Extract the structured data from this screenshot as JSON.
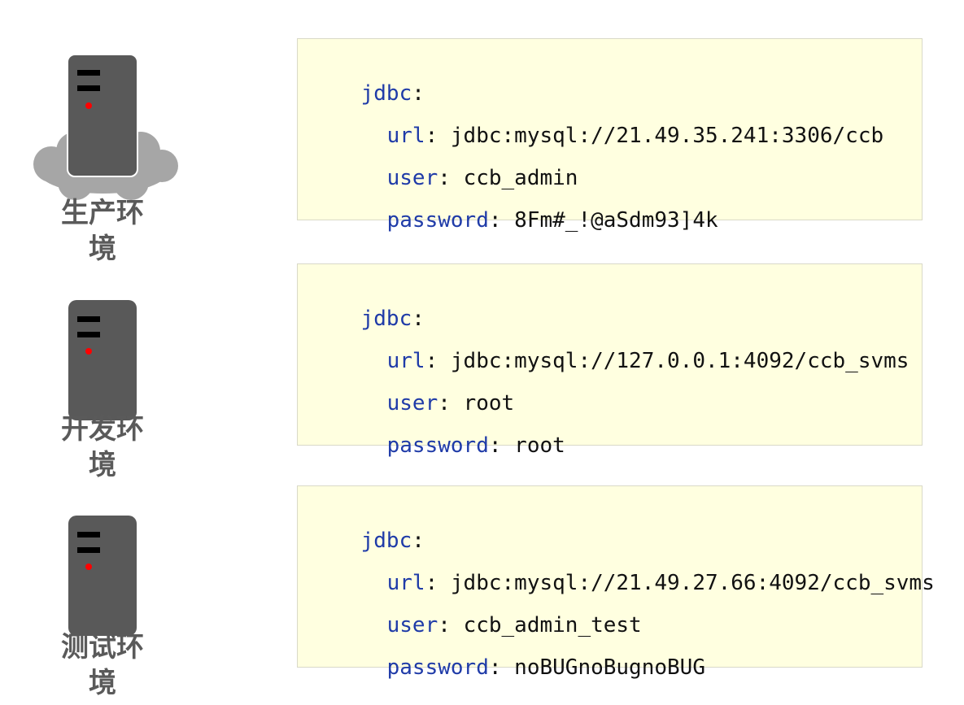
{
  "environments": [
    {
      "label_line1": "生产环",
      "label_line2": "境",
      "icon": "server-icon",
      "has_cloud": true,
      "config": {
        "root_key": "jdbc",
        "url_key": "url",
        "url": "jdbc:mysql://21.49.35.241:3306/ccb",
        "user_key": "user",
        "user": "ccb_admin",
        "password_key": "password",
        "password": "8Fm#_!@aSdm93]4k"
      }
    },
    {
      "label_line1": "开发环",
      "label_line2": "境",
      "icon": "server-icon",
      "has_cloud": false,
      "config": {
        "root_key": "jdbc",
        "url_key": "url",
        "url": "jdbc:mysql://127.0.0.1:4092/ccb_svms",
        "user_key": "user",
        "user": "root",
        "password_key": "password",
        "password": "root"
      }
    },
    {
      "label_line1": "测试环",
      "label_line2": "境",
      "icon": "server-icon",
      "has_cloud": false,
      "config": {
        "root_key": "jdbc",
        "url_key": "url",
        "url": "jdbc:mysql://21.49.27.66:4092/ccb_svms",
        "user_key": "user",
        "user": "ccb_admin_test",
        "password_key": "password",
        "password": "noBUGnoBugnoBUG"
      }
    }
  ],
  "colors": {
    "key": "#1f3ba8",
    "value": "#111111",
    "code_background": "#ffffe0",
    "server": "#595959",
    "led": "#ff0000",
    "cloud": "#a6a6a6",
    "label": "#5a5a5a"
  }
}
